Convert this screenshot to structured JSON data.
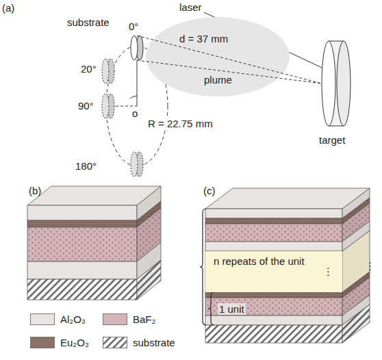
{
  "diagram": {
    "nodes": [
      {
        "text": [
          "d = 37 mm",
          "plume"
        ]
      },
      {
        "text": [
          "n repeats of the unit"
        ]
      }
    ],
    "labels": [
      "(a)",
      "laser",
      "substrate",
      "0°",
      "20°",
      "90°",
      "180°",
      "target",
      "o",
      "R = 22.75 mm",
      "(b)",
      "(c)",
      "1 unit",
      "⋮",
      "⋮"
    ],
    "legend": [
      {
        "text": "Al₂O₃",
        "color": "#e9e4e4"
      },
      {
        "text": "BaF₂",
        "color": "#d4b5b9"
      },
      {
        "text": "Eu₂O₃",
        "color": "#8c7168"
      },
      {
        "text": "substrate"
      }
    ]
  }
}
